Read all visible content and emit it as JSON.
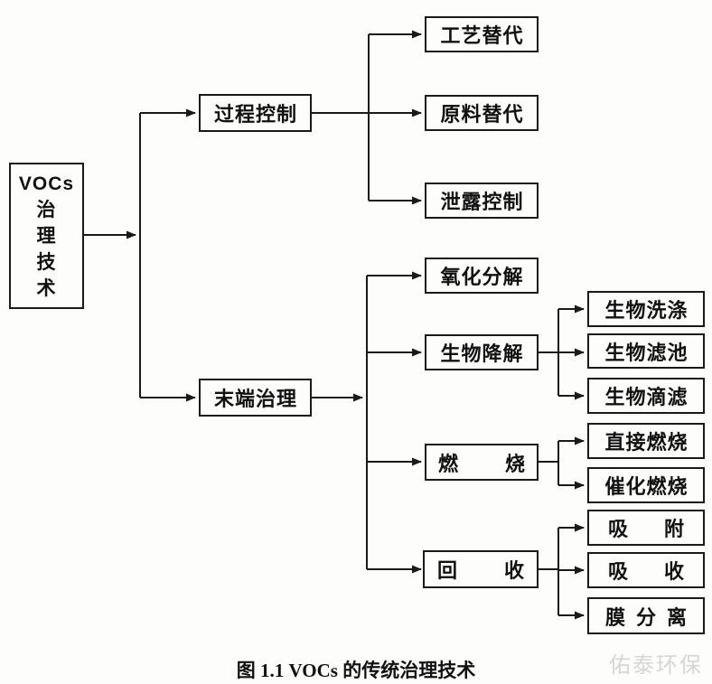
{
  "figure": {
    "caption": "图 1.1 VOCs 的传统治理技术",
    "watermark": "佑泰环保"
  },
  "colors": {
    "line": "#1a1a1a",
    "box_border": "#1a1a1a",
    "text": "#111111",
    "background": "#fdfdfc",
    "watermark": "#d6d6d6"
  },
  "root": {
    "lines": [
      "VOCs",
      "治",
      "理",
      "技",
      "术"
    ]
  },
  "branches": {
    "process_control": {
      "label": "过程控制",
      "children": [
        {
          "label": "工艺替代"
        },
        {
          "label": "原料替代"
        },
        {
          "label": "泄露控制"
        }
      ]
    },
    "end_treatment": {
      "label": "末端治理",
      "children": [
        {
          "label": "氧化分解",
          "children": []
        },
        {
          "label": "生物降解",
          "children": [
            {
              "label": "生物洗涤"
            },
            {
              "label": "生物滤池"
            },
            {
              "label": "生物滴滤"
            }
          ]
        },
        {
          "label": "燃烧",
          "children": [
            {
              "label": "直接燃烧"
            },
            {
              "label": "催化燃烧"
            }
          ]
        },
        {
          "label": "回收",
          "children": [
            {
              "label": "吸附"
            },
            {
              "label": "吸收"
            },
            {
              "label": "膜分离"
            }
          ]
        }
      ]
    }
  }
}
